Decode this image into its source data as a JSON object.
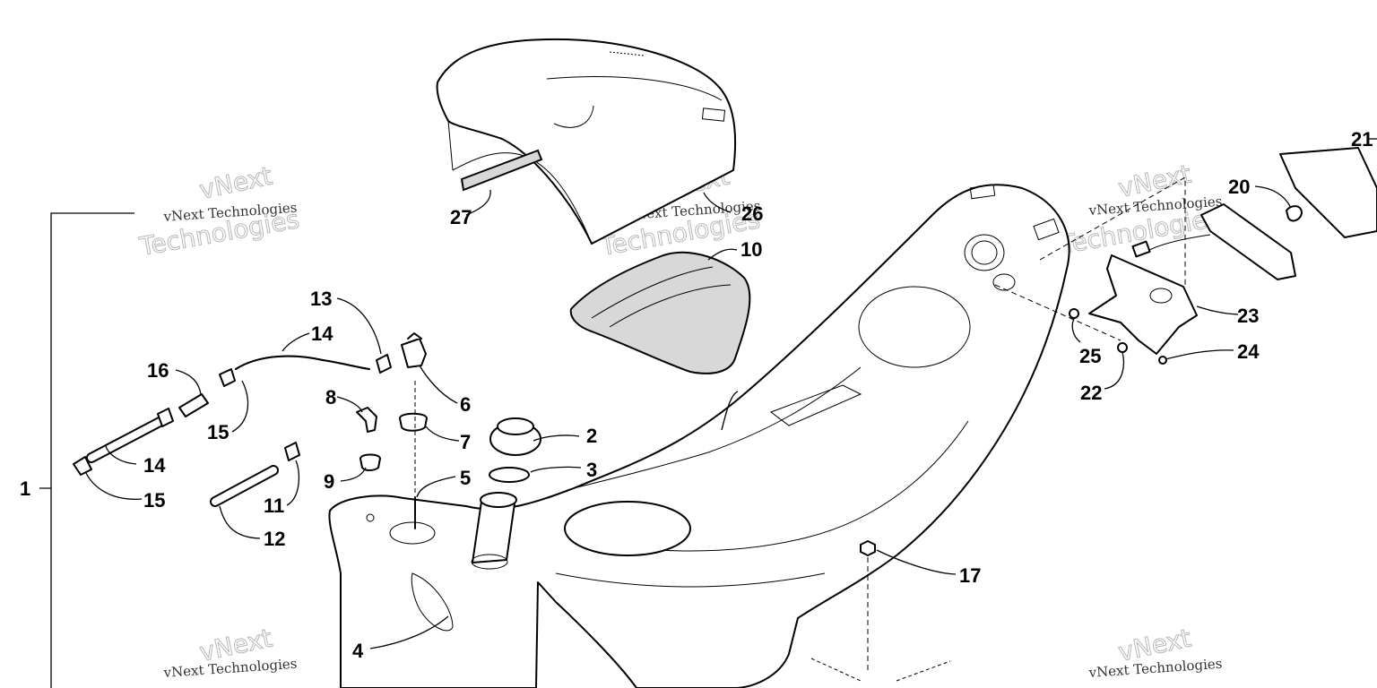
{
  "callouts": [
    {
      "id": "c1",
      "label": "1"
    },
    {
      "id": "c2",
      "label": "2"
    },
    {
      "id": "c3",
      "label": "3"
    },
    {
      "id": "c4",
      "label": "4"
    },
    {
      "id": "c5",
      "label": "5"
    },
    {
      "id": "c6",
      "label": "6"
    },
    {
      "id": "c7",
      "label": "7"
    },
    {
      "id": "c8",
      "label": "8"
    },
    {
      "id": "c9",
      "label": "9"
    },
    {
      "id": "c10",
      "label": "10"
    },
    {
      "id": "c11",
      "label": "11"
    },
    {
      "id": "c12",
      "label": "12"
    },
    {
      "id": "c13",
      "label": "13"
    },
    {
      "id": "c14a",
      "label": "14"
    },
    {
      "id": "c14b",
      "label": "14"
    },
    {
      "id": "c15a",
      "label": "15"
    },
    {
      "id": "c15b",
      "label": "15"
    },
    {
      "id": "c16",
      "label": "16"
    },
    {
      "id": "c17",
      "label": "17"
    },
    {
      "id": "c20",
      "label": "20"
    },
    {
      "id": "c21",
      "label": "21"
    },
    {
      "id": "c22",
      "label": "22"
    },
    {
      "id": "c23",
      "label": "23"
    },
    {
      "id": "c24",
      "label": "24"
    },
    {
      "id": "c25",
      "label": "25"
    },
    {
      "id": "c26",
      "label": "26"
    },
    {
      "id": "c27",
      "label": "27"
    }
  ],
  "watermarks": {
    "small": "vNext Technologies",
    "big_top": "vNext",
    "big_bottom": "Technologies"
  }
}
